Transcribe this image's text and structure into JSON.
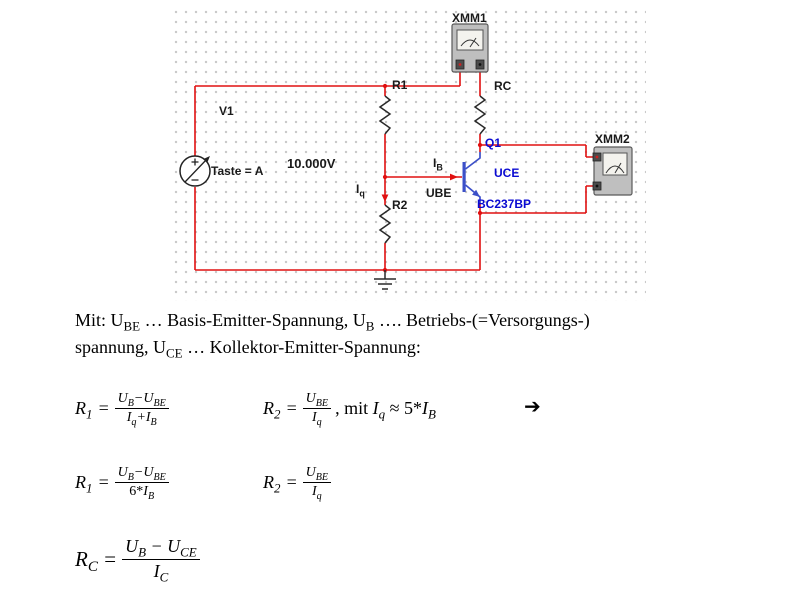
{
  "colors": {
    "wire-red": "#e01010",
    "comp-black": "#2a2a2a",
    "symbol-blue": "#3c50c8",
    "label-blue": "#0a0ad2",
    "grid-dot": "#c8c8c8",
    "meter-gray": "#bfbfbf"
  },
  "circuit": {
    "xmm1": "XMM1",
    "xmm2": "XMM2",
    "rc": "RC",
    "r1": "R1",
    "r2": "R2",
    "v1": "V1",
    "taste": "Taste = A",
    "voltage": "10.000V",
    "ib_base": "I",
    "ib_sub": "B",
    "iq_base": "I",
    "iq_sub": "q",
    "ube": "UBE",
    "uce": "UCE",
    "q1": "Q1",
    "transistor_part": "BC237BP"
  },
  "note": {
    "seg1": "Mit: U",
    "seg1_sub": "BE",
    "seg2": " … Basis-Emitter-Spannung, U",
    "seg2_sub": "B",
    "seg3": " …. Betriebs-(=Versorgungs-)",
    "seg4": "spannung, U",
    "seg4_sub": "CE",
    "seg5": " … Kollektor-Emitter-Spannung:"
  },
  "formulas": {
    "row1": {
      "f1": {
        "lhs": "R",
        "lhs_sub": "1",
        "eq": "=",
        "num1": "U",
        "num1_sub": "B",
        "num2": "−U",
        "num2_sub": "BE",
        "den1": "I",
        "den1_sub": "q",
        "den2": "+I",
        "den2_sub": "B"
      },
      "f2": {
        "lhs": "R",
        "lhs_sub": "2",
        "eq": "=",
        "num1": "U",
        "num1_sub": "BE",
        "den1": "I",
        "den1_sub": "q",
        "cond1": ", mit ",
        "cond2": "I",
        "cond2_sub": "q",
        "cond3": " ≈ 5*",
        "cond4": "I",
        "cond4_sub": "B"
      },
      "arrow": "➔"
    },
    "row2": {
      "f1": {
        "lhs": "R",
        "lhs_sub": "1",
        "eq": "=",
        "num1": "U",
        "num1_sub": "B",
        "num2": "−U",
        "num2_sub": "BE",
        "den1": "6*",
        "den2": "I",
        "den2_sub": "B"
      },
      "f2": {
        "lhs": "R",
        "lhs_sub": "2",
        "eq": "=",
        "num1": "U",
        "num1_sub": "BE",
        "den1": "I",
        "den1_sub": "q"
      }
    },
    "row3": {
      "f1": {
        "lhs": "R",
        "lhs_sub": "C",
        "eq": "=",
        "num1": "U",
        "num1_sub": "B",
        "num2": " − U",
        "num2_sub": "CE",
        "den1": "I",
        "den1_sub": "C"
      }
    }
  }
}
